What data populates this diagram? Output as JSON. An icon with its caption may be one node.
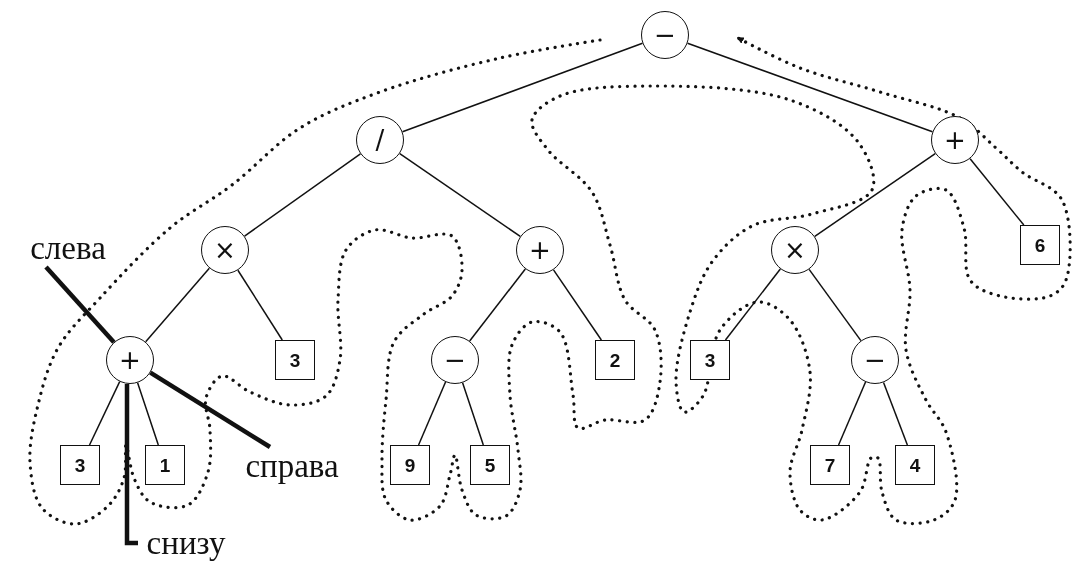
{
  "diagram": {
    "nodes": [
      {
        "text": [
          "−"
        ]
      },
      {
        "text": [
          "/"
        ]
      },
      {
        "text": [
          "+"
        ]
      },
      {
        "text": [
          "×"
        ]
      },
      {
        "text": [
          "+"
        ]
      },
      {
        "text": [
          "×"
        ]
      },
      {
        "text": [
          "6"
        ]
      },
      {
        "text": [
          "слева"
        ]
      },
      {
        "text": [
          "+"
        ]
      },
      {
        "text": [
          "3"
        ]
      },
      {
        "text": [
          "−"
        ]
      },
      {
        "text": [
          "2"
        ]
      },
      {
        "text": [
          "3"
        ]
      },
      {
        "text": [
          "−"
        ]
      },
      {
        "text": [
          "3"
        ]
      },
      {
        "text": [
          "1"
        ]
      },
      {
        "text": [
          "справа"
        ]
      },
      {
        "text": [
          "9"
        ]
      },
      {
        "text": [
          "5"
        ]
      },
      {
        "text": [
          "7"
        ]
      },
      {
        "text": [
          "4"
        ]
      },
      {
        "text": [
          "снизу"
        ]
      }
    ],
    "edges": [
      {
        "from": 0,
        "to": 1,
        "arrow": "none"
      },
      {
        "from": 0,
        "to": 2,
        "arrow": "none"
      },
      {
        "from": 1,
        "to": 3,
        "arrow": "none"
      },
      {
        "from": 1,
        "to": 4,
        "arrow": "none"
      },
      {
        "from": 2,
        "to": 5,
        "arrow": "none"
      },
      {
        "from": 2,
        "to": 6,
        "arrow": "none"
      },
      {
        "from": 3,
        "to": 8,
        "arrow": "none"
      },
      {
        "from": 3,
        "to": 9,
        "arrow": "none"
      },
      {
        "from": 4,
        "to": 10,
        "arrow": "none"
      },
      {
        "from": 4,
        "to": 11,
        "arrow": "none"
      },
      {
        "from": 5,
        "to": 12,
        "arrow": "none"
      },
      {
        "from": 5,
        "to": 13,
        "arrow": "none"
      },
      {
        "from": 8,
        "to": 14,
        "arrow": "none"
      },
      {
        "from": 8,
        "to": 15,
        "arrow": "none"
      },
      {
        "from": 10,
        "to": 17,
        "arrow": "none"
      },
      {
        "from": 10,
        "to": 18,
        "arrow": "none"
      },
      {
        "from": 13,
        "to": 19,
        "arrow": "none"
      },
      {
        "from": 13,
        "to": 20,
        "arrow": "none"
      },
      {
        "from": 7,
        "to": 8,
        "arrow": "none",
        "style": "thick"
      },
      {
        "from": 16,
        "to": 8,
        "arrow": "none",
        "style": "thick"
      },
      {
        "from": 21,
        "to": 8,
        "arrow": "none",
        "style": "thick"
      }
    ]
  }
}
